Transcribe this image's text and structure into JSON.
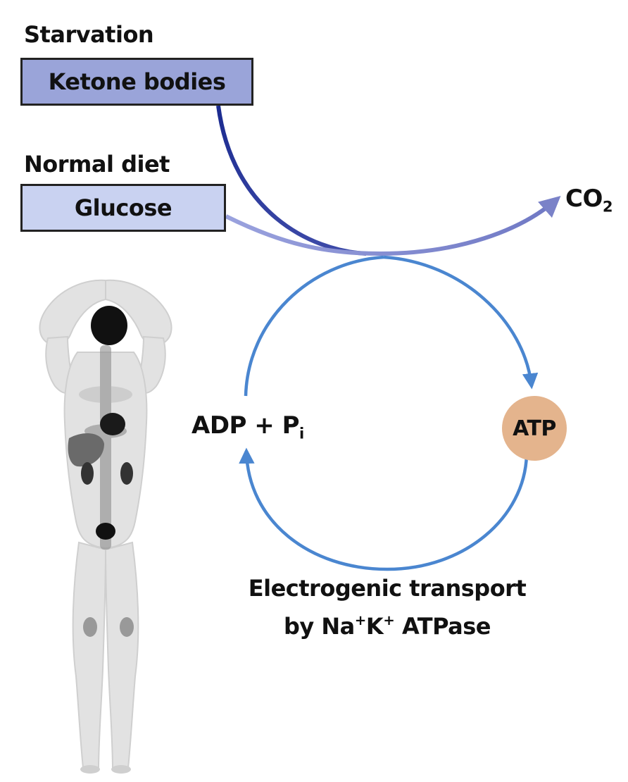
{
  "diagram": {
    "starvation": {
      "heading": "Starvation",
      "substrate": "Ketone bodies"
    },
    "normal": {
      "heading": "Normal diet",
      "substrate": "Glucose"
    },
    "product": {
      "base": "CO",
      "sub": "2"
    },
    "adp": {
      "text": "ADP + P",
      "sub": "i"
    },
    "atp": "ATP",
    "transport": {
      "line1": "Electrogenic transport",
      "line2_prefix": "by Na",
      "line2_sup1": "+",
      "line2_mid": "K",
      "line2_sup2": "+",
      "line2_suffix": " ATPase"
    },
    "colors": {
      "ketone_box": "#9aa4d9",
      "glucose_box": "#c9d2f1",
      "ketone_arrow": "#22308f",
      "glucose_arrow": "#7a82c8",
      "cycle": "#4a86d0",
      "atp_node": "#e4b48d"
    },
    "icons": {
      "body_scan": "pet-scan-body-icon"
    }
  }
}
